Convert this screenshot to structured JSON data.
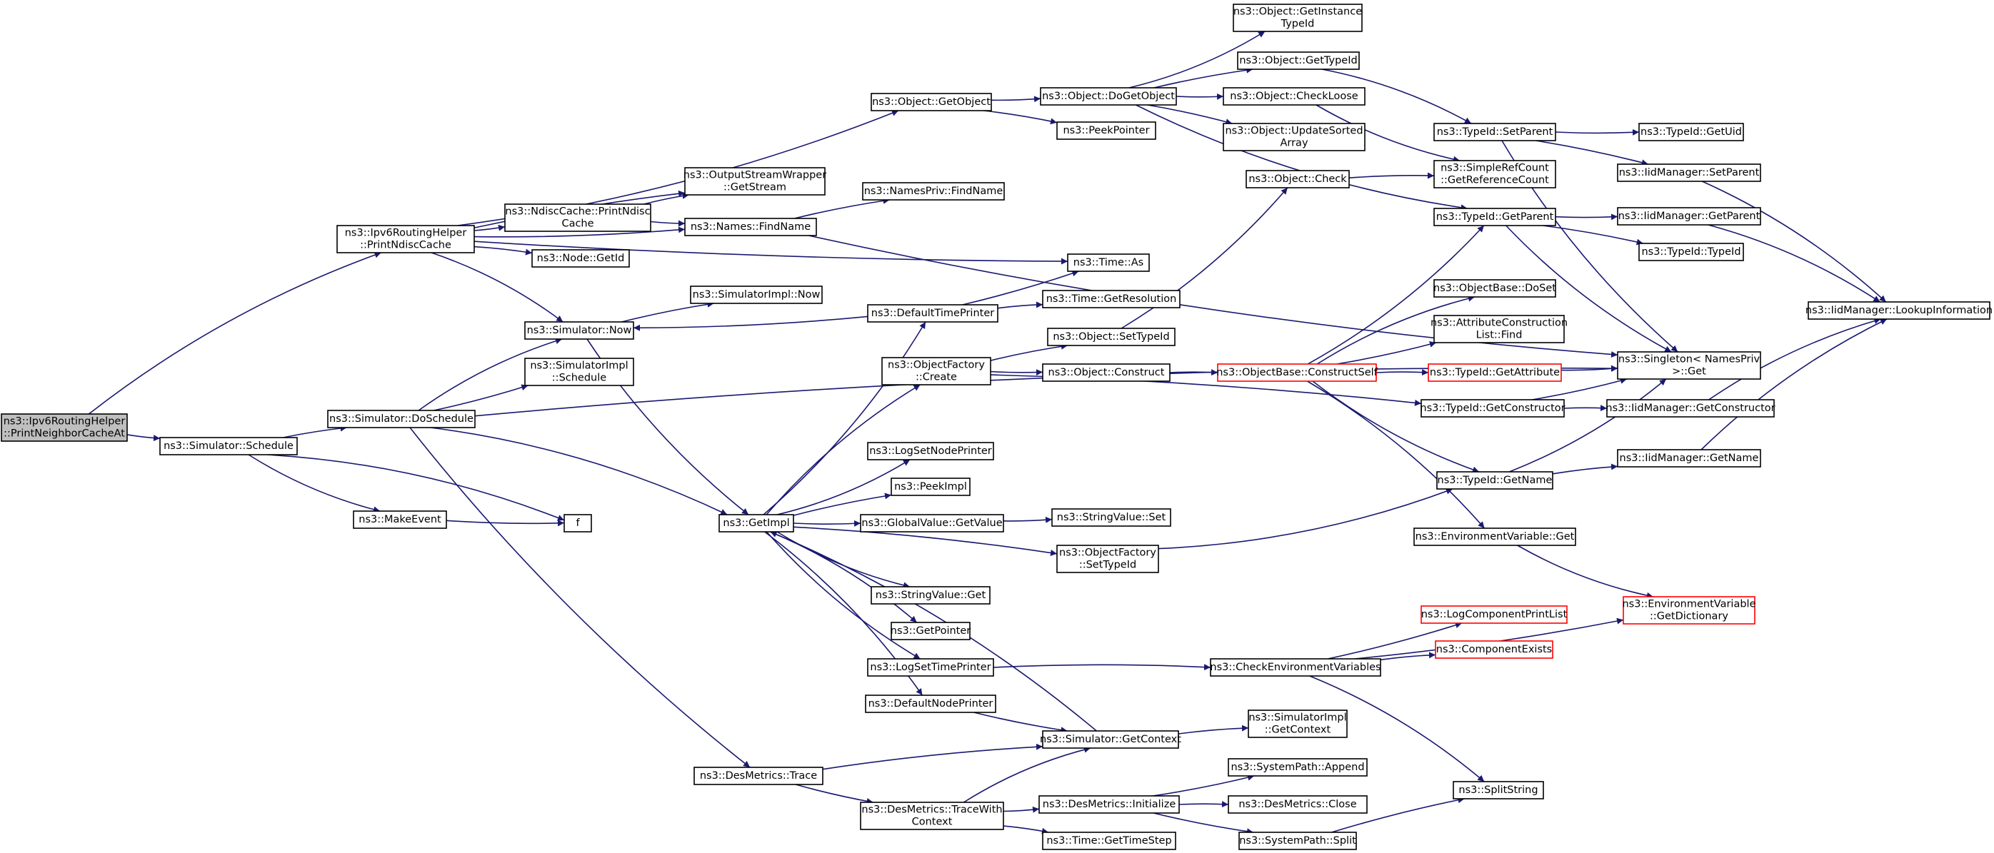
{
  "colors": {
    "edge": "#191970",
    "node_border": "#000000",
    "node_fill": "#ffffff",
    "root_fill": "#bfbfbf",
    "truncated_border": "#ff0000"
  },
  "nodes": [
    {
      "id": "root",
      "lines": [
        "ns3::Ipv6RoutingHelper",
        "::PrintNeighborCacheAt"
      ],
      "style": "root"
    },
    {
      "id": "schedule",
      "lines": [
        "ns3::Simulator::Schedule"
      ]
    },
    {
      "id": "doSchedule",
      "lines": [
        "ns3::Simulator::DoSchedule"
      ]
    },
    {
      "id": "makeEvent",
      "lines": [
        "ns3::MakeEvent"
      ]
    },
    {
      "id": "f",
      "lines": [
        "f"
      ]
    },
    {
      "id": "printNdisc",
      "lines": [
        "ns3::Ipv6RoutingHelper",
        "::PrintNdiscCache"
      ]
    },
    {
      "id": "simNow",
      "lines": [
        "ns3::Simulator::Now"
      ]
    },
    {
      "id": "simImplSchedule",
      "lines": [
        "ns3::SimulatorImpl",
        "::Schedule"
      ]
    },
    {
      "id": "simImplNow",
      "lines": [
        "ns3::SimulatorImpl::Now"
      ]
    },
    {
      "id": "ndiscPrint",
      "lines": [
        "ns3::NdiscCache::PrintNdisc",
        "Cache"
      ]
    },
    {
      "id": "nodeGetId",
      "lines": [
        "ns3::Node::GetId"
      ]
    },
    {
      "id": "outputGetStream",
      "lines": [
        "ns3::OutputStreamWrapper",
        "::GetStream"
      ]
    },
    {
      "id": "namesFindName",
      "lines": [
        "ns3::Names::FindName"
      ]
    },
    {
      "id": "namesPrivFindName",
      "lines": [
        "ns3::NamesPriv::FindName"
      ]
    },
    {
      "id": "objGetObject",
      "lines": [
        "ns3::Object::GetObject"
      ]
    },
    {
      "id": "peekPointer",
      "lines": [
        "ns3::PeekPointer"
      ]
    },
    {
      "id": "objDoGetObject",
      "lines": [
        "ns3::Object::DoGetObject"
      ]
    },
    {
      "id": "objGetInstanceTypeId",
      "lines": [
        "ns3::Object::GetInstance",
        "TypeId"
      ]
    },
    {
      "id": "objGetTypeId",
      "lines": [
        "ns3::Object::GetTypeId"
      ]
    },
    {
      "id": "objCheckLoose",
      "lines": [
        "ns3::Object::CheckLoose"
      ]
    },
    {
      "id": "objUpdateSorted",
      "lines": [
        "ns3::Object::UpdateSorted",
        "Array"
      ]
    },
    {
      "id": "objCheck",
      "lines": [
        "ns3::Object::Check"
      ]
    },
    {
      "id": "typeIdSetParent",
      "lines": [
        "ns3::TypeId::SetParent"
      ]
    },
    {
      "id": "simpleRefCount",
      "lines": [
        "ns3::SimpleRefCount",
        "::GetReferenceCount"
      ]
    },
    {
      "id": "typeIdGetParent",
      "lines": [
        "ns3::TypeId::GetParent"
      ]
    },
    {
      "id": "typeIdGetUid",
      "lines": [
        "ns3::TypeId::GetUid"
      ]
    },
    {
      "id": "iidSetParent",
      "lines": [
        "ns3::IidManager::SetParent"
      ]
    },
    {
      "id": "iidGetParent",
      "lines": [
        "ns3::IidManager::GetParent"
      ]
    },
    {
      "id": "typeIdTypeId",
      "lines": [
        "ns3::TypeId::TypeId"
      ]
    },
    {
      "id": "iidLookup",
      "lines": [
        "ns3::IidManager::LookupInformation"
      ]
    },
    {
      "id": "timeAs",
      "lines": [
        "ns3::Time::As"
      ]
    },
    {
      "id": "defaultTimePrinter",
      "lines": [
        "ns3::DefaultTimePrinter"
      ]
    },
    {
      "id": "timeGetResolution",
      "lines": [
        "ns3::Time::GetResolution"
      ]
    },
    {
      "id": "objSetTypeId",
      "lines": [
        "ns3::Object::SetTypeId"
      ]
    },
    {
      "id": "objFactoryCreate",
      "lines": [
        "ns3::ObjectFactory",
        "::Create"
      ]
    },
    {
      "id": "objConstruct",
      "lines": [
        "ns3::Object::Construct"
      ]
    },
    {
      "id": "objBaseConstructSelf",
      "lines": [
        "ns3::ObjectBase::ConstructSelf"
      ],
      "style": "truncated"
    },
    {
      "id": "objBaseDoSet",
      "lines": [
        "ns3::ObjectBase::DoSet"
      ]
    },
    {
      "id": "attrConstructionFind",
      "lines": [
        "ns3::AttributeConstruction",
        "List::Find"
      ]
    },
    {
      "id": "typeIdGetAttribute",
      "lines": [
        "ns3::TypeId::GetAttribute"
      ],
      "style": "truncated"
    },
    {
      "id": "singletonGet",
      "lines": [
        "ns3::Singleton< NamesPriv",
        " >::Get"
      ]
    },
    {
      "id": "typeIdGetConstructor",
      "lines": [
        "ns3::TypeId::GetConstructor"
      ]
    },
    {
      "id": "iidGetConstructor",
      "lines": [
        "ns3::IidManager::GetConstructor"
      ]
    },
    {
      "id": "typeIdGetName",
      "lines": [
        "ns3::TypeId::GetName"
      ]
    },
    {
      "id": "iidGetName",
      "lines": [
        "ns3::IidManager::GetName"
      ]
    },
    {
      "id": "getImpl",
      "lines": [
        "ns3::GetImpl"
      ]
    },
    {
      "id": "logSetNodePrinter",
      "lines": [
        "ns3::LogSetNodePrinter"
      ]
    },
    {
      "id": "peekImpl",
      "lines": [
        "ns3::PeekImpl"
      ]
    },
    {
      "id": "globalValueGetValue",
      "lines": [
        "ns3::GlobalValue::GetValue"
      ]
    },
    {
      "id": "stringValueSet",
      "lines": [
        "ns3::StringValue::Set"
      ]
    },
    {
      "id": "objFactorySetTypeId",
      "lines": [
        "ns3::ObjectFactory",
        "::SetTypeId"
      ]
    },
    {
      "id": "envGet",
      "lines": [
        "ns3::EnvironmentVariable::Get"
      ]
    },
    {
      "id": "envGetDictionary",
      "lines": [
        "ns3::EnvironmentVariable",
        "::GetDictionary"
      ],
      "style": "truncated"
    },
    {
      "id": "stringValueGet",
      "lines": [
        "ns3::StringValue::Get"
      ]
    },
    {
      "id": "getPointer",
      "lines": [
        "ns3::GetPointer"
      ]
    },
    {
      "id": "logSetTimePrinter",
      "lines": [
        "ns3::LogSetTimePrinter"
      ]
    },
    {
      "id": "checkEnvVars",
      "lines": [
        "ns3::CheckEnvironmentVariables"
      ]
    },
    {
      "id": "logComponentPrintList",
      "lines": [
        "ns3::LogComponentPrintList"
      ],
      "style": "truncated"
    },
    {
      "id": "componentExists",
      "lines": [
        "ns3::ComponentExists"
      ],
      "style": "truncated"
    },
    {
      "id": "defaultNodePrinter",
      "lines": [
        "ns3::DefaultNodePrinter"
      ]
    },
    {
      "id": "simGetContext",
      "lines": [
        "ns3::Simulator::GetContext"
      ]
    },
    {
      "id": "simImplGetContext",
      "lines": [
        "ns3::SimulatorImpl",
        "::GetContext"
      ]
    },
    {
      "id": "desMetricsTrace",
      "lines": [
        "ns3::DesMetrics::Trace"
      ]
    },
    {
      "id": "desMetricsTraceWith",
      "lines": [
        "ns3::DesMetrics::TraceWith",
        "Context"
      ]
    },
    {
      "id": "desMetricsInit",
      "lines": [
        "ns3::DesMetrics::Initialize"
      ]
    },
    {
      "id": "systemPathAppend",
      "lines": [
        "ns3::SystemPath::Append"
      ]
    },
    {
      "id": "desMetricsClose",
      "lines": [
        "ns3::DesMetrics::Close"
      ]
    },
    {
      "id": "systemPathSplit",
      "lines": [
        "ns3::SystemPath::Split"
      ]
    },
    {
      "id": "timeGetTimeStep",
      "lines": [
        "ns3::Time::GetTimeStep"
      ]
    },
    {
      "id": "splitString",
      "lines": [
        "ns3::SplitString"
      ]
    }
  ],
  "edges": [
    [
      "root",
      "printNdisc"
    ],
    [
      "root",
      "schedule"
    ],
    [
      "schedule",
      "doSchedule"
    ],
    [
      "schedule",
      "makeEvent"
    ],
    [
      "schedule",
      "f"
    ],
    [
      "makeEvent",
      "f"
    ],
    [
      "doSchedule",
      "simNow"
    ],
    [
      "doSchedule",
      "simImplSchedule"
    ],
    [
      "doSchedule",
      "getImpl"
    ],
    [
      "doSchedule",
      "desMetricsTrace"
    ],
    [
      "doSchedule",
      "singletonGet"
    ],
    [
      "printNdisc",
      "objGetObject"
    ],
    [
      "printNdisc",
      "outputGetStream"
    ],
    [
      "printNdisc",
      "ndiscPrint"
    ],
    [
      "printNdisc",
      "nodeGetId"
    ],
    [
      "printNdisc",
      "namesFindName"
    ],
    [
      "printNdisc",
      "simNow"
    ],
    [
      "printNdisc",
      "timeAs"
    ],
    [
      "ndiscPrint",
      "outputGetStream"
    ],
    [
      "ndiscPrint",
      "namesFindName"
    ],
    [
      "namesFindName",
      "namesPrivFindName"
    ],
    [
      "namesFindName",
      "singletonGet"
    ],
    [
      "simNow",
      "simImplNow"
    ],
    [
      "simNow",
      "getImpl"
    ],
    [
      "defaultTimePrinter",
      "simNow"
    ],
    [
      "defaultTimePrinter",
      "timeAs"
    ],
    [
      "defaultTimePrinter",
      "timeGetResolution"
    ],
    [
      "objGetObject",
      "objDoGetObject"
    ],
    [
      "objGetObject",
      "peekPointer"
    ],
    [
      "objDoGetObject",
      "objGetInstanceTypeId"
    ],
    [
      "objDoGetObject",
      "objGetTypeId"
    ],
    [
      "objDoGetObject",
      "objCheckLoose"
    ],
    [
      "objDoGetObject",
      "objUpdateSorted"
    ],
    [
      "objDoGetObject",
      "typeIdGetParent"
    ],
    [
      "objGetTypeId",
      "typeIdSetParent"
    ],
    [
      "objCheckLoose",
      "simpleRefCount"
    ],
    [
      "objCheck",
      "simpleRefCount"
    ],
    [
      "typeIdSetParent",
      "typeIdGetUid"
    ],
    [
      "typeIdSetParent",
      "iidSetParent"
    ],
    [
      "typeIdSetParent",
      "singletonGet"
    ],
    [
      "iidSetParent",
      "iidLookup"
    ],
    [
      "typeIdGetParent",
      "iidGetParent"
    ],
    [
      "typeIdGetParent",
      "typeIdTypeId"
    ],
    [
      "typeIdGetParent",
      "singletonGet"
    ],
    [
      "iidGetParent",
      "iidLookup"
    ],
    [
      "getImpl",
      "defaultTimePrinter"
    ],
    [
      "getImpl",
      "objFactoryCreate"
    ],
    [
      "getImpl",
      "logSetNodePrinter"
    ],
    [
      "getImpl",
      "peekImpl"
    ],
    [
      "getImpl",
      "globalValueGetValue"
    ],
    [
      "getImpl",
      "objFactorySetTypeId"
    ],
    [
      "getImpl",
      "stringValueGet"
    ],
    [
      "getImpl",
      "getPointer"
    ],
    [
      "getImpl",
      "logSetTimePrinter"
    ],
    [
      "getImpl",
      "defaultNodePrinter"
    ],
    [
      "globalValueGetValue",
      "stringValueSet"
    ],
    [
      "objFactoryCreate",
      "objSetTypeId"
    ],
    [
      "objFactoryCreate",
      "objConstruct"
    ],
    [
      "objFactoryCreate",
      "typeIdGetConstructor"
    ],
    [
      "objSetTypeId",
      "objCheck"
    ],
    [
      "objConstruct",
      "objBaseConstructSelf"
    ],
    [
      "objBaseConstructSelf",
      "typeIdGetParent"
    ],
    [
      "objBaseConstructSelf",
      "objBaseDoSet"
    ],
    [
      "objBaseConstructSelf",
      "attrConstructionFind"
    ],
    [
      "objBaseConstructSelf",
      "typeIdGetAttribute"
    ],
    [
      "objBaseConstructSelf",
      "typeIdGetName"
    ],
    [
      "objBaseConstructSelf",
      "envGet"
    ],
    [
      "typeIdGetAttribute",
      "singletonGet"
    ],
    [
      "typeIdGetConstructor",
      "iidGetConstructor"
    ],
    [
      "typeIdGetConstructor",
      "singletonGet"
    ],
    [
      "iidGetConstructor",
      "iidLookup"
    ],
    [
      "objFactorySetTypeId",
      "typeIdGetName"
    ],
    [
      "typeIdGetName",
      "iidGetName"
    ],
    [
      "typeIdGetName",
      "singletonGet"
    ],
    [
      "iidGetName",
      "iidLookup"
    ],
    [
      "envGet",
      "envGetDictionary"
    ],
    [
      "logSetTimePrinter",
      "checkEnvVars"
    ],
    [
      "checkEnvVars",
      "logComponentPrintList"
    ],
    [
      "checkEnvVars",
      "componentExists"
    ],
    [
      "checkEnvVars",
      "envGetDictionary"
    ],
    [
      "checkEnvVars",
      "splitString"
    ],
    [
      "defaultNodePrinter",
      "simGetContext"
    ],
    [
      "simGetContext",
      "simImplGetContext"
    ],
    [
      "simGetContext",
      "getImpl"
    ],
    [
      "desMetricsTrace",
      "simGetContext"
    ],
    [
      "desMetricsTrace",
      "desMetricsTraceWith"
    ],
    [
      "desMetricsTraceWith",
      "simGetContext"
    ],
    [
      "desMetricsTraceWith",
      "desMetricsInit"
    ],
    [
      "desMetricsTraceWith",
      "timeGetTimeStep"
    ],
    [
      "desMetricsInit",
      "systemPathAppend"
    ],
    [
      "desMetricsInit",
      "desMetricsClose"
    ],
    [
      "desMetricsInit",
      "systemPathSplit"
    ],
    [
      "systemPathSplit",
      "splitString"
    ]
  ]
}
